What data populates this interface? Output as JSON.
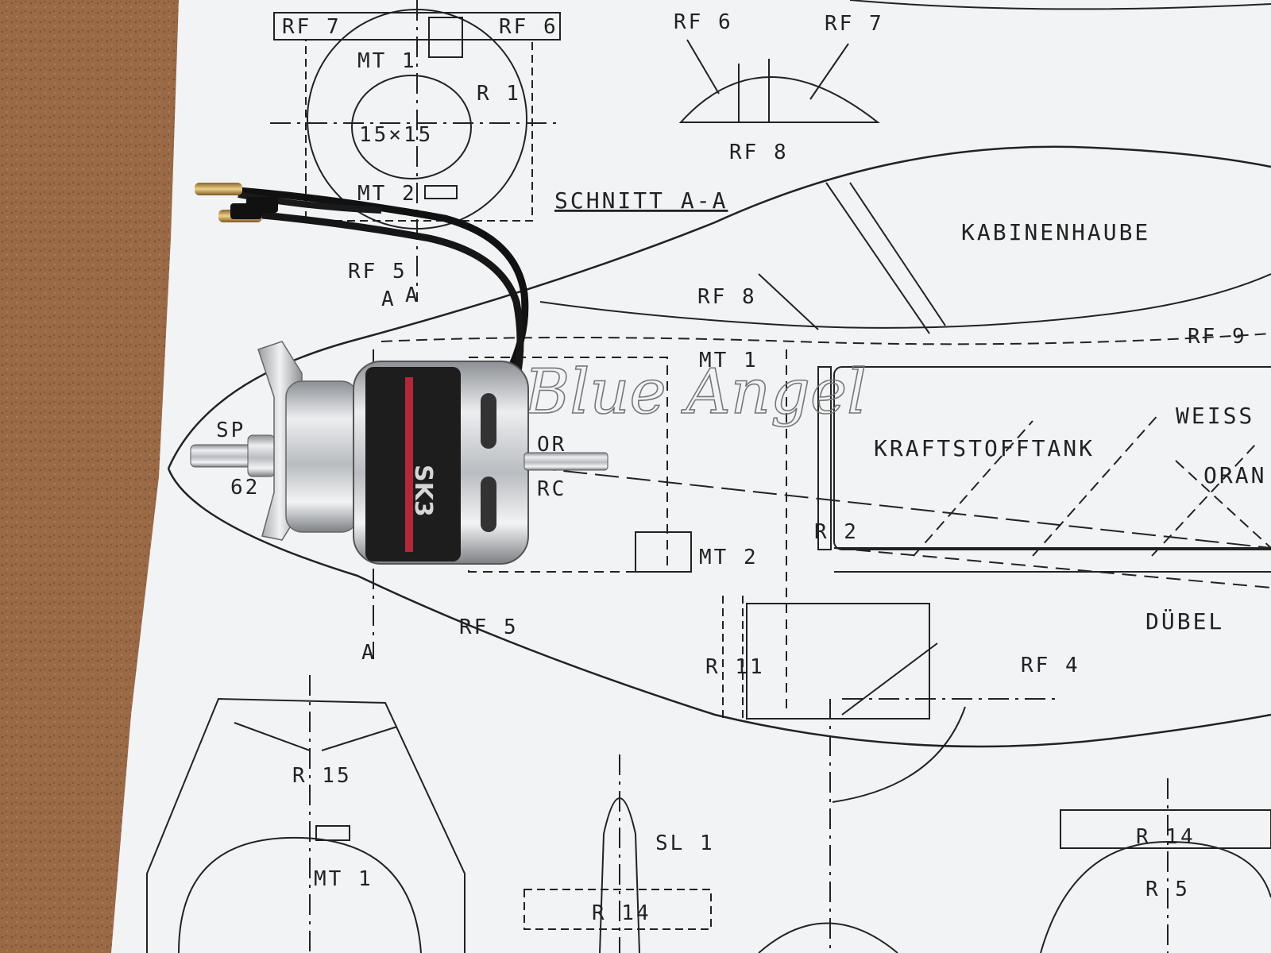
{
  "scene": {
    "kind": "photo",
    "colors": {
      "table_cork": "#9c6a48",
      "paper": "#f2f3f5",
      "ink": "#222222",
      "motor_silver": "#c9cbce",
      "motor_label": "#1d1d1d",
      "motor_label_red": "#b2283a",
      "wire": "#111111",
      "connector_gold": "#c9a15a"
    }
  },
  "plan_labels": {
    "rf7_top": "RF 7",
    "rf6_top": "RF 6",
    "mt1_top": "MT 1",
    "r1": "R 1",
    "size": "15×15",
    "mt2_top": "MT 2",
    "rf5_top": "RF 5",
    "a1": "A",
    "a2": "A",
    "a3": "A",
    "rf6_canopy": "RF 6",
    "rf7_canopy": "RF 7",
    "rf8_canopy": "RF 8",
    "schnitt": "SCHNITT A-A",
    "kabinenhaube": "KABINENHAUBE",
    "rf8_mid": "RF 8",
    "rf9": "RF 9",
    "mt1_mid": "MT 1",
    "kraftstofftank": "KRAFTSTOFFTANK",
    "weiss": "WEISS",
    "orange": "ORAN",
    "r2": "R 2",
    "mt2_mid": "MT 2",
    "sp": "SP",
    "num62": "62",
    "or": "OR",
    "rc": "RC",
    "rf5_bottom": "RF 5",
    "dubel": "DÜBEL",
    "r11": "R 11",
    "rf4": "RF 4",
    "r15": "R 15",
    "mt1_bottom": "MT 1",
    "sl1": "SL 1",
    "r14_left": "R 14",
    "r14_right": "R 14",
    "r5": "R 5",
    "script_name": "Blue Angel"
  },
  "motor_label_text": "SK3"
}
